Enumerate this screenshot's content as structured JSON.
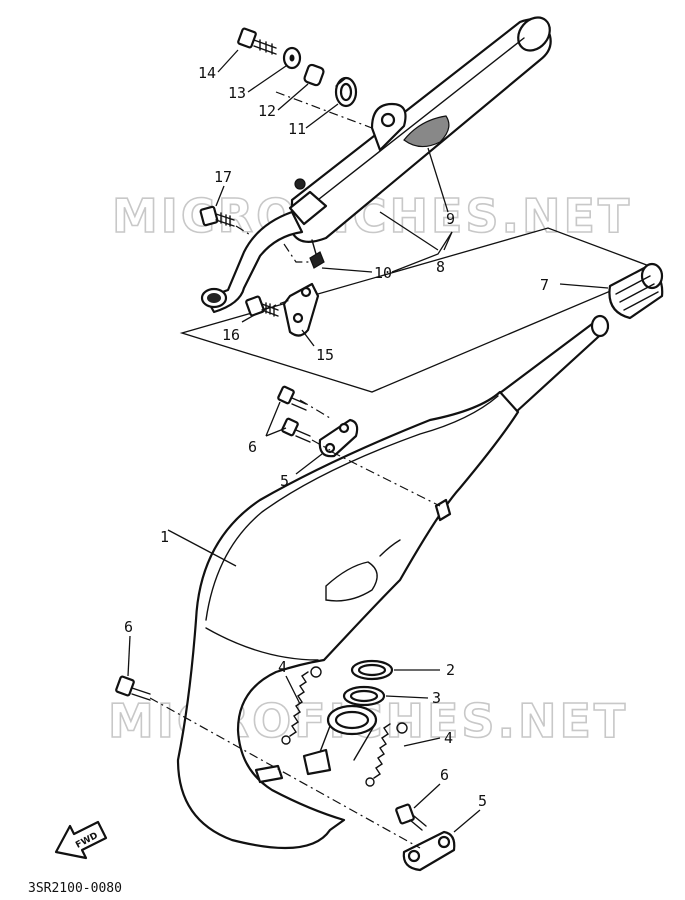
{
  "watermark": "MICROFICHES.NET",
  "drawing_code": "3SR2100-0080",
  "direction_label": "FWD",
  "callouts": {
    "c1": "1",
    "c2": "2",
    "c3": "3",
    "c4a": "4",
    "c4b": "4",
    "c5a": "5",
    "c5b": "5",
    "c6a": "6",
    "c6b": "6",
    "c6c": "6",
    "c7": "7",
    "c8": "8",
    "c9": "9",
    "c10": "10",
    "c11": "11",
    "c12": "12",
    "c13": "13",
    "c14": "14",
    "c15": "15",
    "c16": "16",
    "c17": "17"
  }
}
